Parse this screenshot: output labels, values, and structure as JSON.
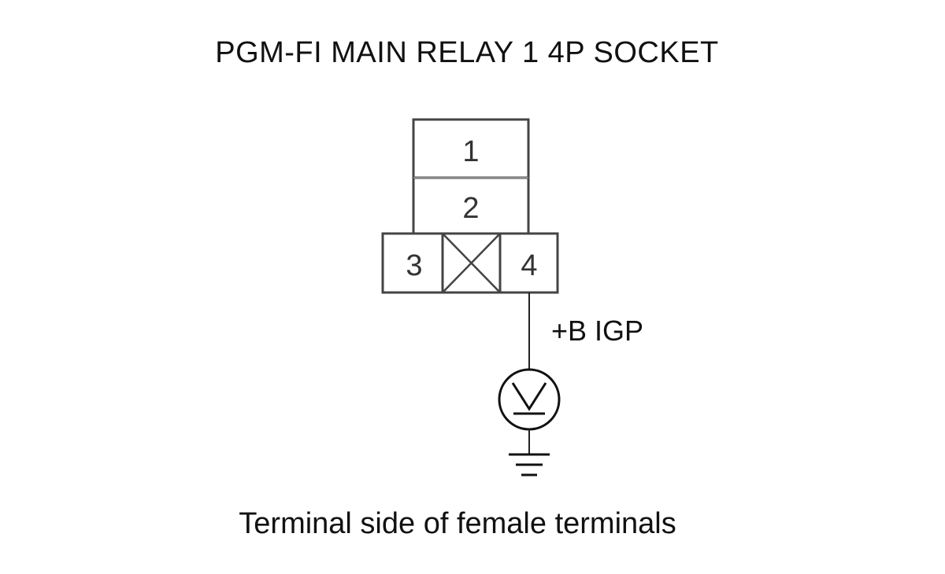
{
  "title": "PGM-FI MAIN RELAY 1 4P SOCKET",
  "connector": {
    "pins": [
      {
        "number": "1"
      },
      {
        "number": "2"
      },
      {
        "number": "3"
      },
      {
        "number": "4"
      }
    ],
    "blank_cavity": true
  },
  "probe": {
    "terminal": "4",
    "signal_label": "+B IGP",
    "meter": "voltmeter",
    "reference": "ground"
  },
  "caption": "Terminal side of female terminals"
}
